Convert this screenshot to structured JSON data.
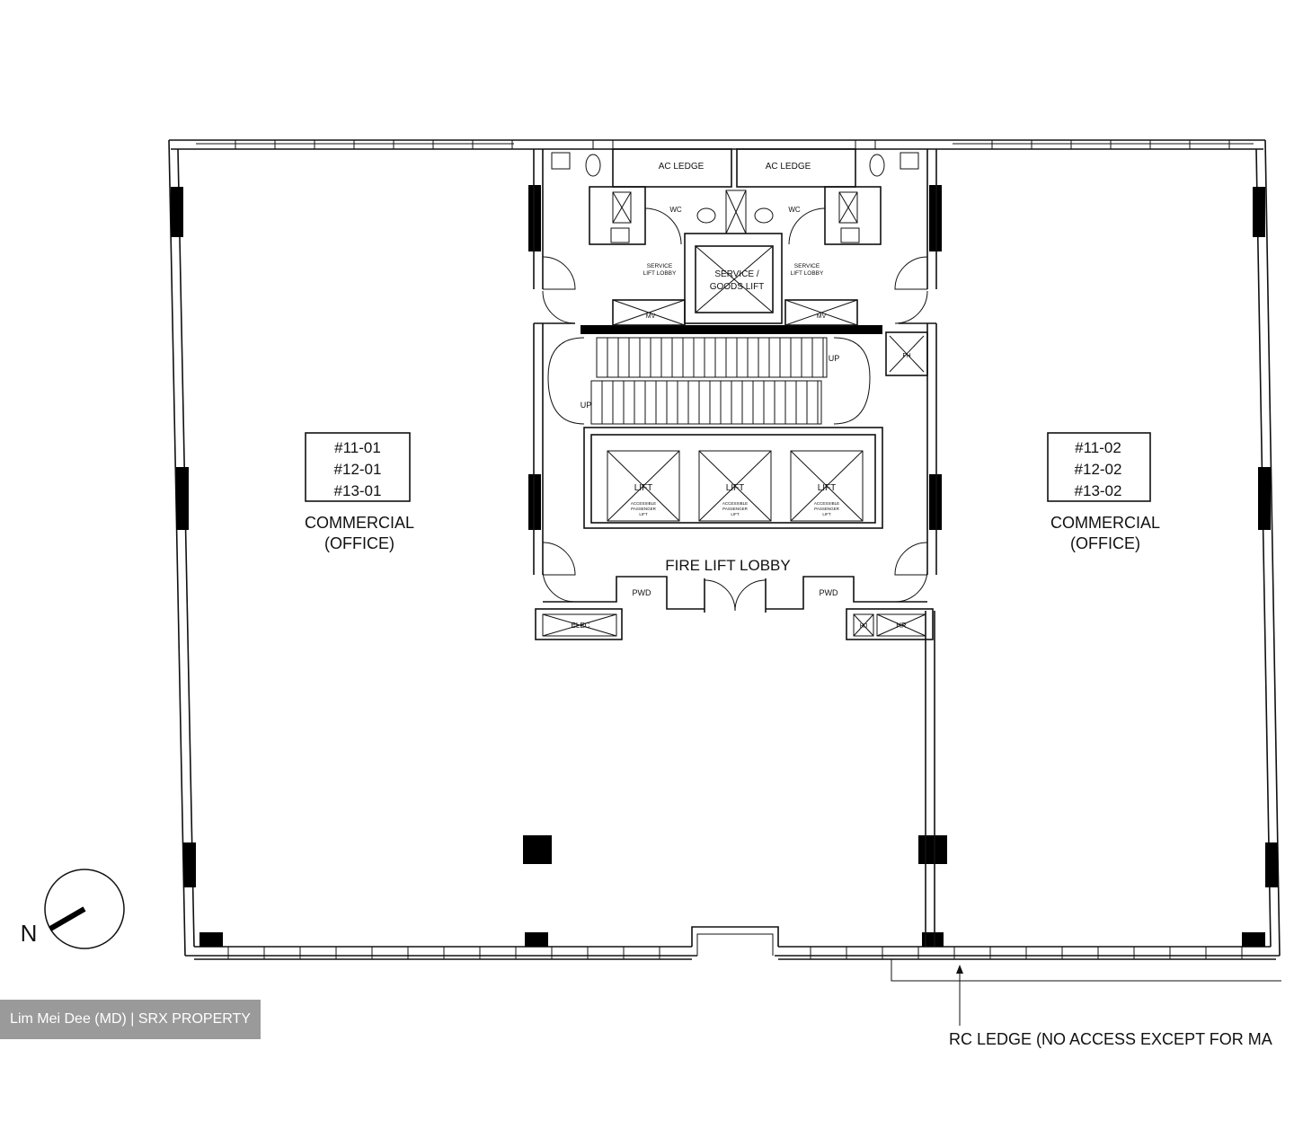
{
  "units": {
    "left": {
      "numbers": [
        "#11-01",
        "#12-01",
        "#13-01"
      ],
      "use": "COMMERCIAL",
      "use_sub": "(OFFICE)"
    },
    "right": {
      "numbers": [
        "#11-02",
        "#12-02",
        "#13-02"
      ],
      "use": "COMMERCIAL",
      "use_sub": "(OFFICE)"
    }
  },
  "core": {
    "ac_ledge_left": "AC LEDGE",
    "ac_ledge_right": "AC LEDGE",
    "wc_left": "WC",
    "wc_right": "WC",
    "service_lobby_left": [
      "SERVICE",
      "LIFT LOBBY"
    ],
    "service_lobby_right": [
      "SERVICE",
      "LIFT LOBBY"
    ],
    "service_lift": [
      "SERVICE /",
      "GOODS LIFT"
    ],
    "mv_left": "MV",
    "mv_right": "MV",
    "stair_up_left": "UP",
    "stair_up_right": "UP",
    "lift_label": "LIFT",
    "lift_sub": [
      "ACCESSIBLE",
      "PASSENGER",
      "LIFT"
    ],
    "fire_lift_lobby": "FIRE LIFT LOBBY",
    "pwd_left": "PWD",
    "pwd_right": "PWD",
    "elec": "ELEC",
    "hr": "HR",
    "hj": "HJ",
    "riser": "FH"
  },
  "north_label": "N",
  "rc_ledge": "RC LEDGE (NO ACCESS EXCEPT FOR MA",
  "watermark": "Lim Mei Dee (MD) | SRX PROPERTY"
}
